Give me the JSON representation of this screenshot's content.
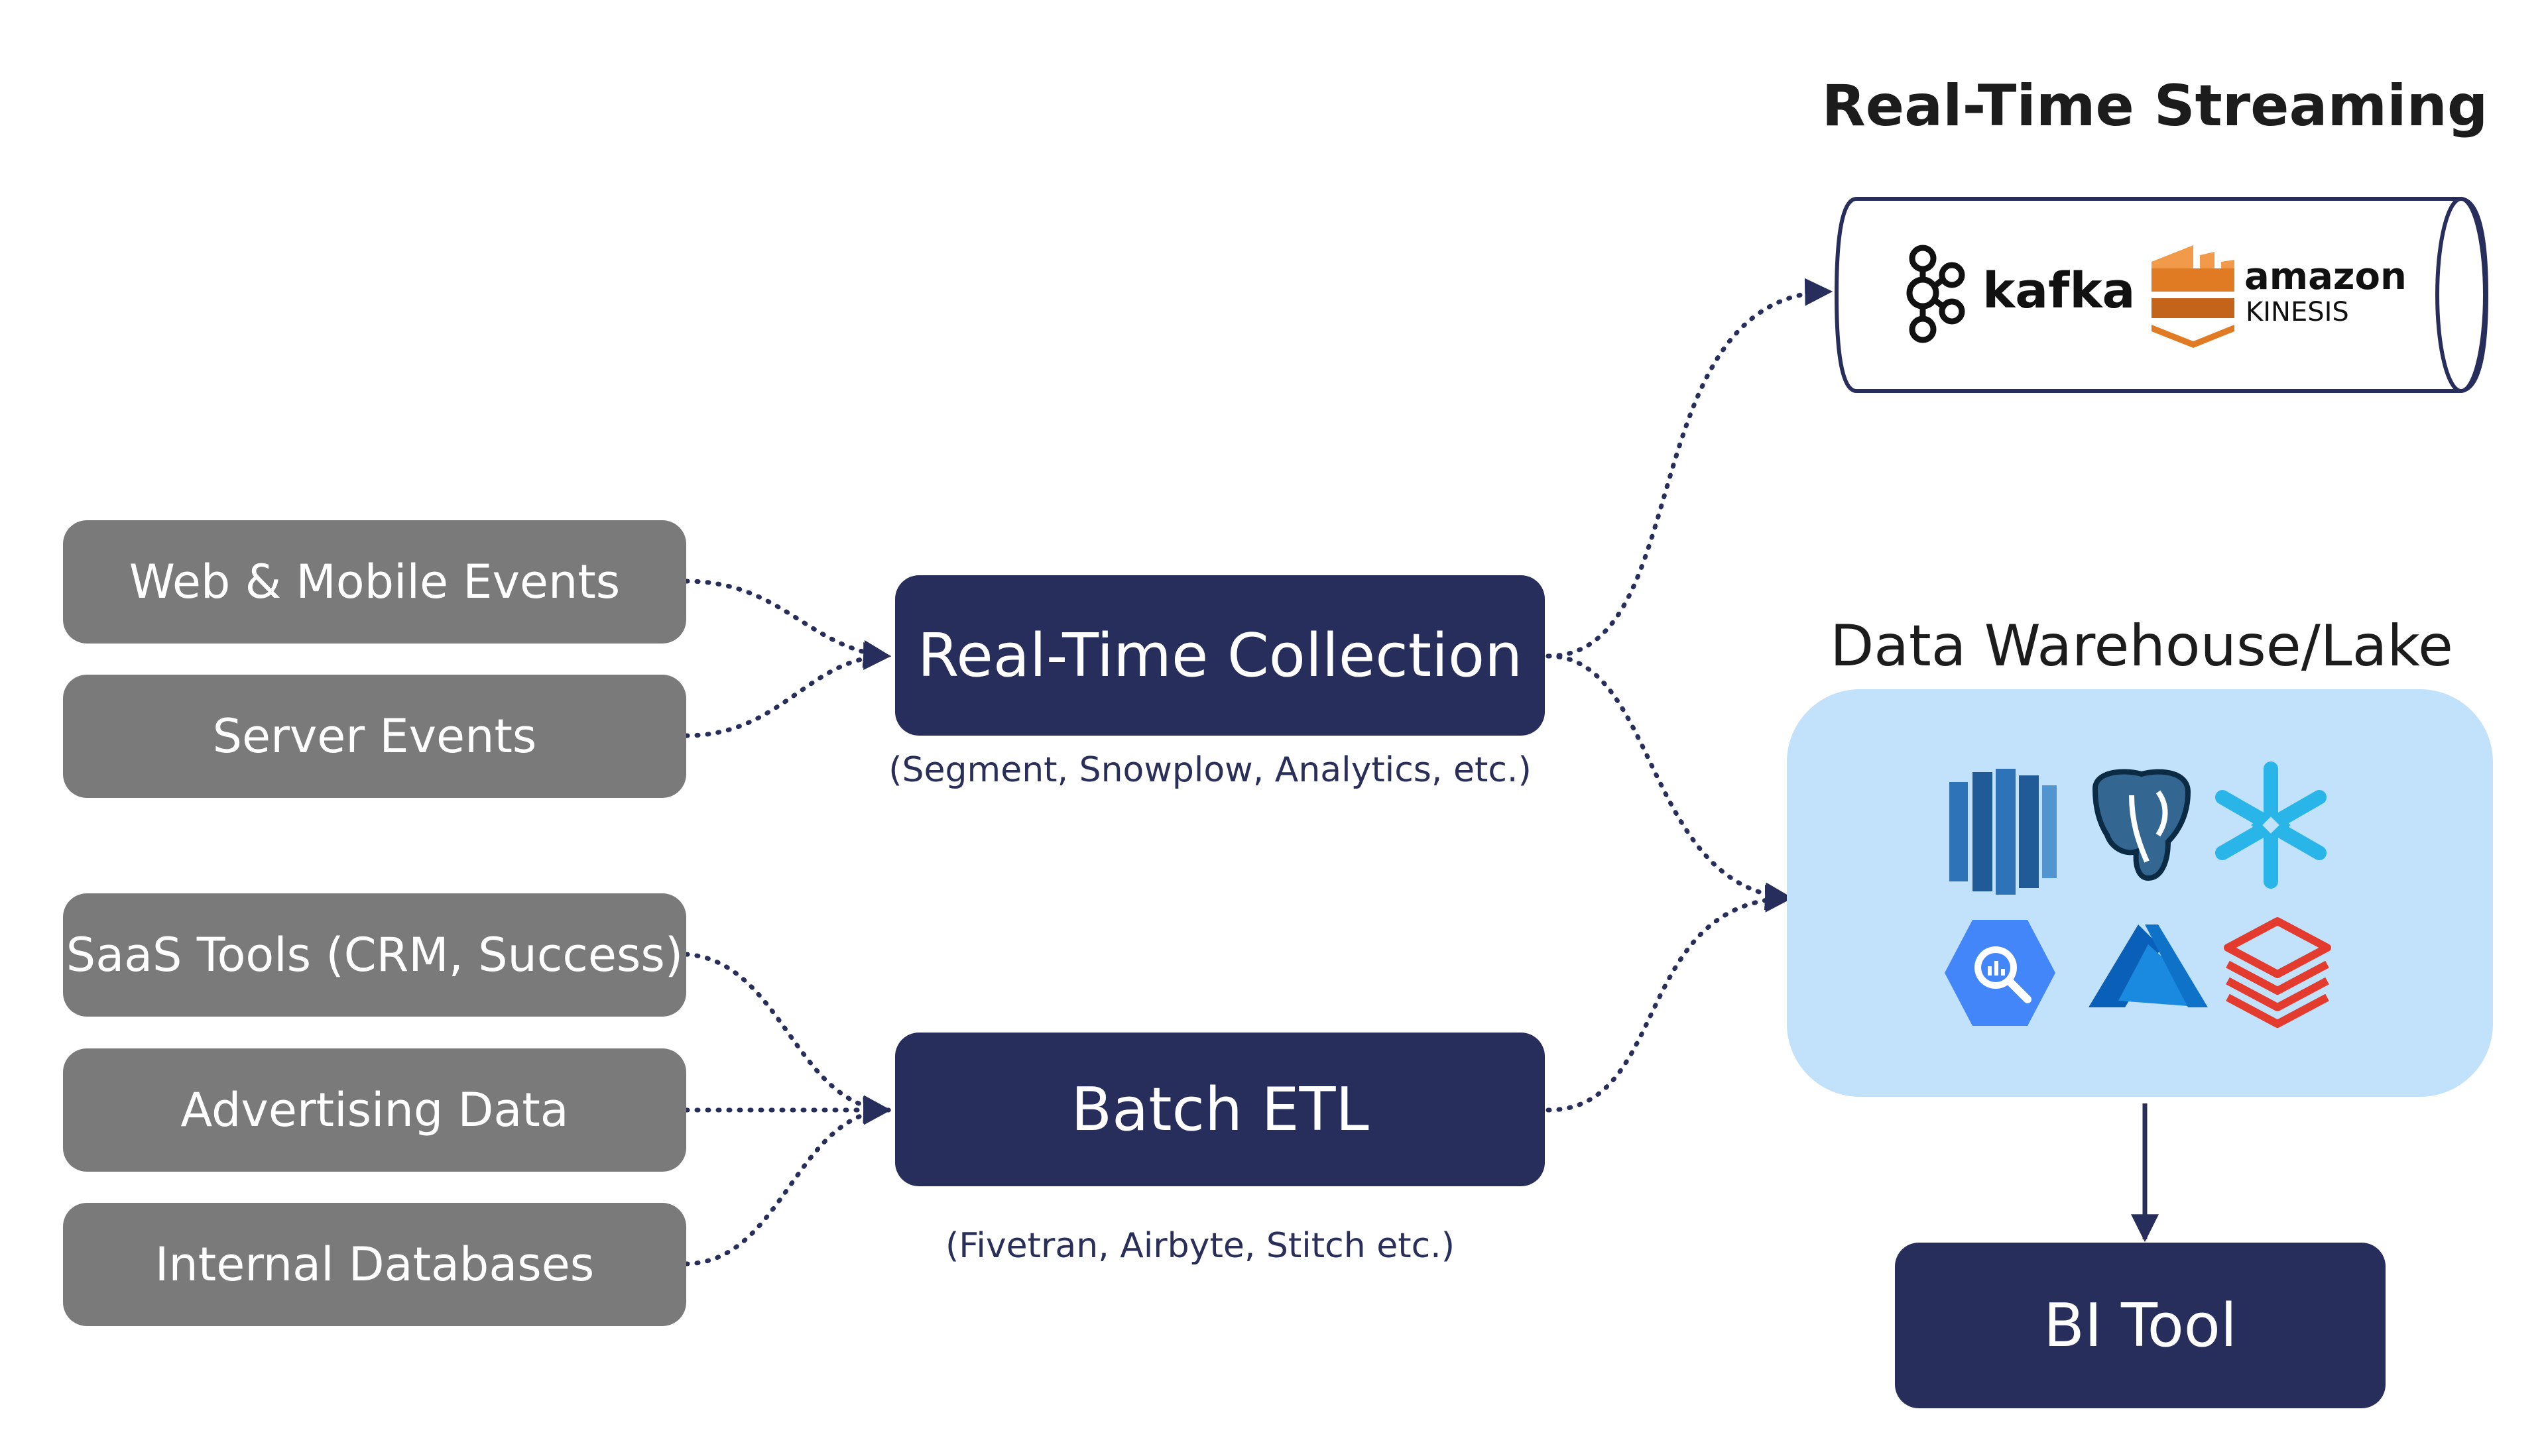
{
  "sources": [
    {
      "label": "Web & Mobile Events"
    },
    {
      "label": "Server Events"
    },
    {
      "label": "SaaS Tools (CRM, Success)"
    },
    {
      "label": "Advertising Data"
    },
    {
      "label": "Internal Databases"
    }
  ],
  "realtime_collection": {
    "label": "Real-Time Collection",
    "caption": "(Segment, Snowplow, Analytics, etc.)"
  },
  "batch_etl": {
    "label": "Batch ETL",
    "caption": "(Fivetran, Airbyte, Stitch etc.)"
  },
  "streaming": {
    "title": "Real-Time Streaming",
    "kafka_label": "kafka",
    "amazon_label": "amazon",
    "kinesis_label": "KINESIS"
  },
  "warehouse": {
    "title": "Data Warehouse/Lake",
    "logos": [
      "redshift-icon",
      "postgresql-icon",
      "snowflake-icon",
      "bigquery-icon",
      "azure-icon",
      "databricks-icon"
    ]
  },
  "bi_tool": {
    "label": "BI Tool"
  },
  "colors": {
    "navy": "#282e5c",
    "gray": "#7a7a7a",
    "light_blue": "#c2e1fa",
    "orange": "#e07b24"
  }
}
